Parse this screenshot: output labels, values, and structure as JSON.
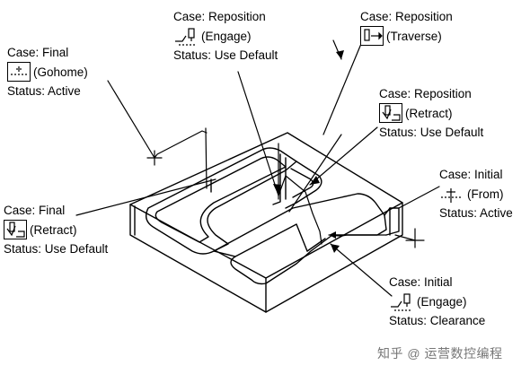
{
  "labels": {
    "final_top": {
      "case": "Case: Final",
      "annotation": "(Gohome)",
      "status": "Status: Active"
    },
    "repos_engage": {
      "case": "Case: Reposition",
      "annotation": "(Engage)",
      "status": "Status: Use Default"
    },
    "repos_traverse": {
      "case": "Case: Reposition",
      "annotation": "(Traverse)"
    },
    "repos_retract": {
      "case": "Case: Reposition",
      "annotation": "(Retract)",
      "status": "Status: Use Default"
    },
    "initial_from": {
      "case": "Case: Initial",
      "annotation": "(From)",
      "status": "Status: Active"
    },
    "final_retract": {
      "case": "Case: Final",
      "annotation": "(Retract)",
      "status": "Status: Use Default"
    },
    "initial_engage": {
      "case": "Case: Initial",
      "annotation": "(Engage)",
      "status": "Status: Clearance"
    }
  },
  "icons": {
    "gohome": "gohome-icon",
    "engage": "engage-icon",
    "traverse": "traverse-icon",
    "retract": "retract-icon",
    "from": "from-icon"
  },
  "watermark": "知乎 @ 运营数控编程"
}
